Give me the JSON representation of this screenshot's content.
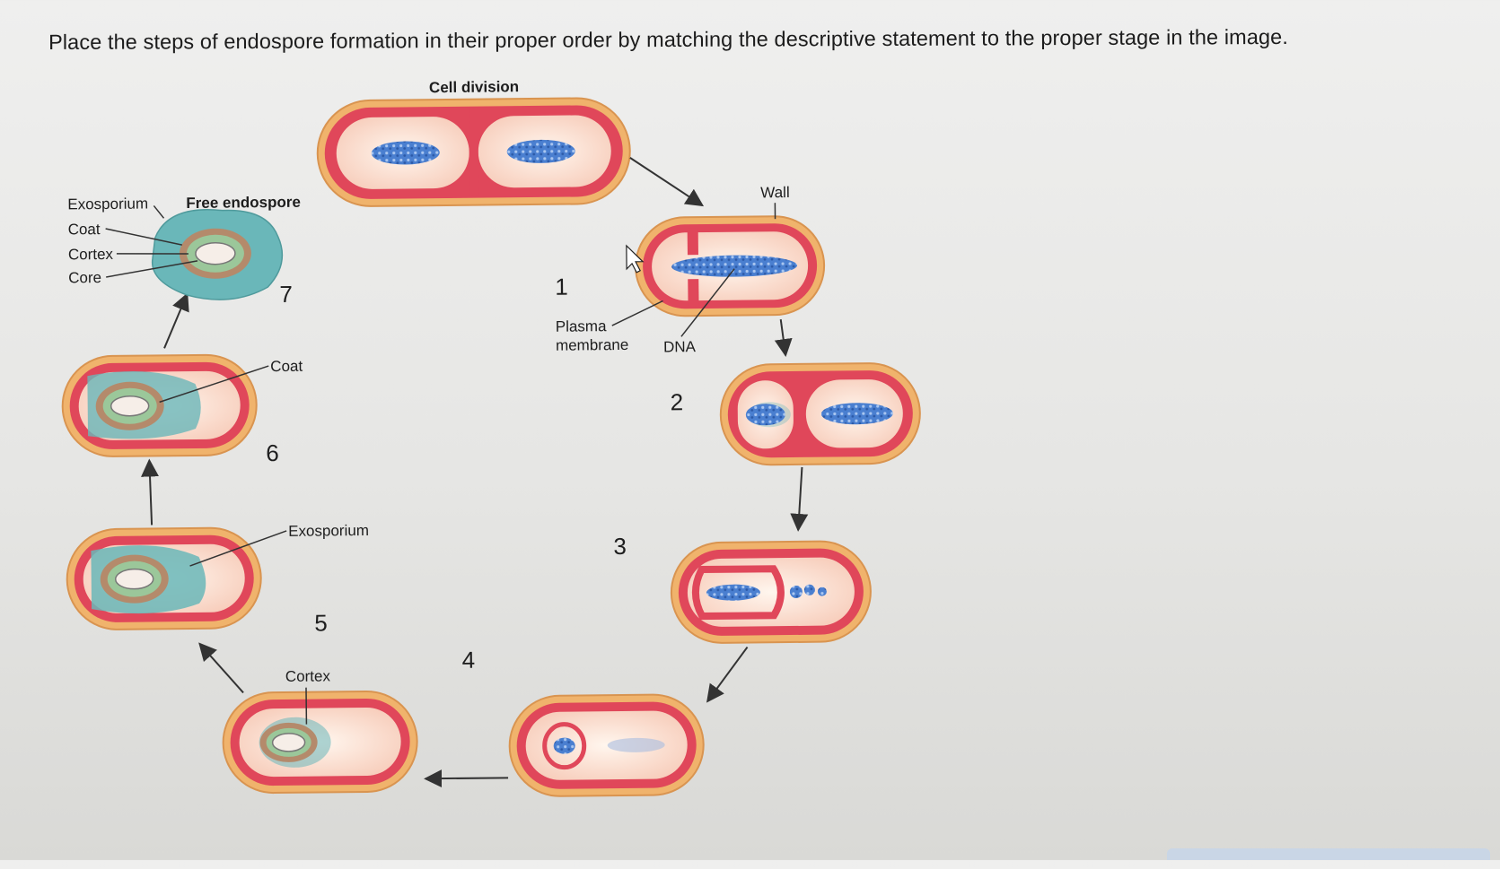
{
  "question": {
    "text": "Place the steps of endospore formation in their proper order by matching the descriptive statement to the proper stage in the image."
  },
  "labels": {
    "cell_division": "Cell division",
    "wall": "Wall",
    "plasma_membrane_1": "Plasma",
    "plasma_membrane_2": "membrane",
    "dna": "DNA",
    "exosporium_top": "Exosporium",
    "free_endospore": "Free endospore",
    "coat_top": "Coat",
    "cortex_top": "Cortex",
    "core": "Core",
    "coat_stage6": "Coat",
    "exosporium_stage5": "Exosporium",
    "cortex_stage4": "Cortex"
  },
  "stages": {
    "s1": "1",
    "s2": "2",
    "s3": "3",
    "s4": "4",
    "s5": "5",
    "s6": "6",
    "s7": "7"
  },
  "colors": {
    "outer_wall": "#f0b36c",
    "red_membrane": "#e0475a",
    "cytoplasm": "#fbe6dc",
    "dna_blue": "#3f74c9",
    "exosporium_teal": "#6ab7b9",
    "coat_brown": "#b48a6b",
    "cortex_green": "#9bc79a"
  }
}
